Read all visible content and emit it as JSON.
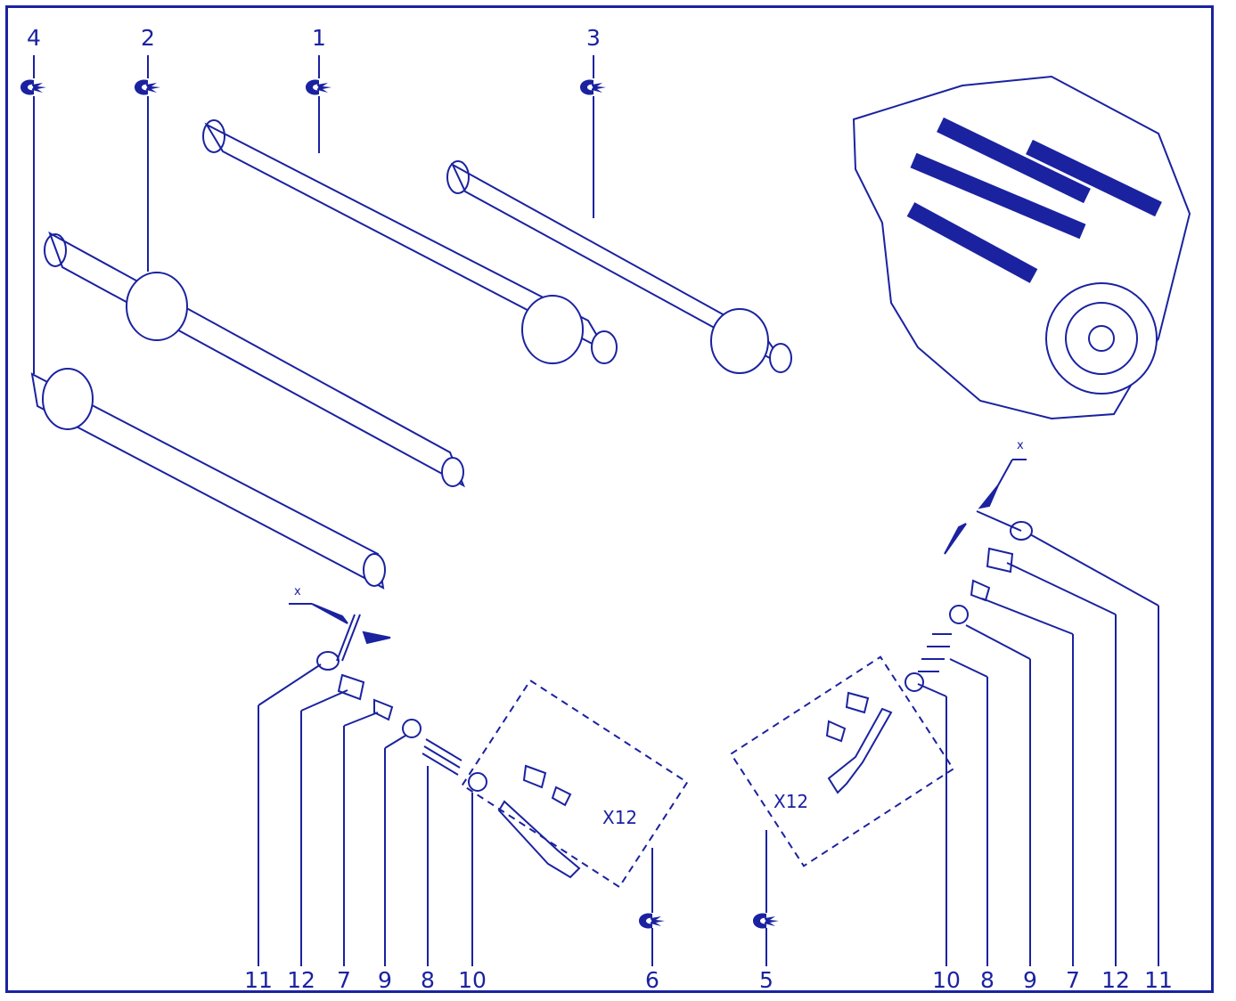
{
  "diagram": {
    "accent_color": "#1a22a0",
    "top_callouts": [
      "4",
      "2",
      "1",
      "3"
    ],
    "bottom_left_callouts": [
      "11",
      "12",
      "7",
      "9",
      "8",
      "10",
      "6"
    ],
    "bottom_right_callouts": [
      "5",
      "10",
      "8",
      "9",
      "7",
      "12",
      "11"
    ],
    "quantity_left": "X12",
    "quantity_right": "X12",
    "shim_marker_left": "x",
    "shim_marker_right": "x",
    "icons": [
      "tool-clip-icon",
      "camshaft",
      "engine-assembly",
      "valve",
      "valve-spring",
      "collet",
      "tappet-bucket",
      "shim"
    ]
  }
}
